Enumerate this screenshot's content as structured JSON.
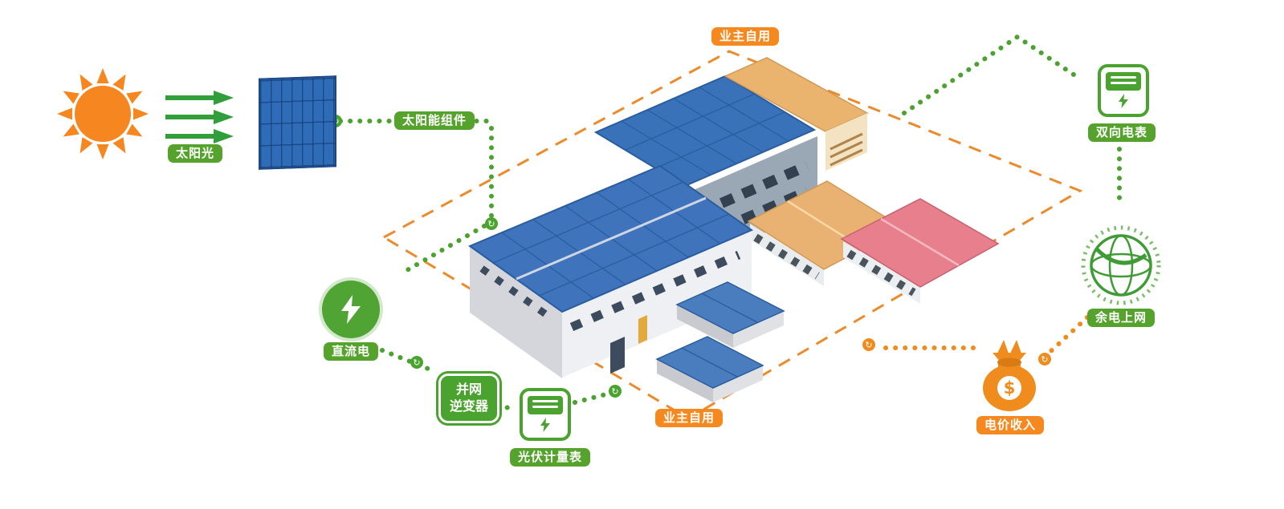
{
  "colors": {
    "green": "#4aa32e",
    "green_pill": "#55a32c",
    "orange": "#f5891f",
    "orange_dash": "#ec8b2b",
    "panel_blue": "#2f6cb8",
    "roof_blue": "#3f74bc",
    "tan_roof": "#e9b272",
    "pink_roof": "#e87f8d"
  },
  "nodes": {
    "sunlight": {
      "label": "太阳光"
    },
    "solar_module": {
      "label": "太阳能组件"
    },
    "owner_use_top": {
      "label": "业主自用"
    },
    "owner_use_bottom": {
      "label": "业主自用"
    },
    "dc_power": {
      "label": "直流电"
    },
    "inverter": {
      "line1": "并网",
      "line2": "逆变器"
    },
    "pv_meter": {
      "label": "光伏计量表"
    },
    "bidirectional_meter": {
      "label": "双向电表"
    },
    "surplus_to_grid": {
      "label": "余电上网"
    },
    "income": {
      "label": "电价收入",
      "symbol": "$"
    }
  }
}
